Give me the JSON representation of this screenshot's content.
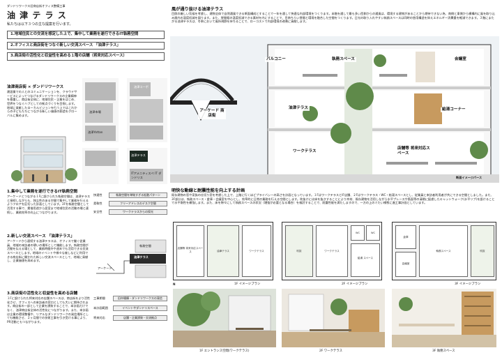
{
  "header": {
    "subtitle": "ダンドリワークス旧商店街オフィス整備工事",
    "title": "油 津 テ ラ ス",
    "intro": "私たちは以下３つの主な提案を行います。"
  },
  "proposals": [
    "1.地域住民との交流を想定した上で、集中して業務を遂行できるIT執務空間",
    "2.オフィスと商店街をつなぐ新しい交流スペース 「油津テラス」",
    "3.商店街の活性化と収益性を高める１階の店舗（将来対応スペース）"
  ],
  "map": {
    "heading": "油津商店街 × ダンドリワークス",
    "body": "建設業での人とのコミュニケーションを、クラウドサービスによってつなげるダンドリワークスの企業精神を尊重し、商店街全体に、地域住民・企業をはじめ、世界をつなぐハブとしての拠点づくりを目指します。地域に貢献したローカルビジョンを行う上ではこれからの子どもたちにつながる新しい価値の創造をグローバルに集めます。",
    "labels": [
      "油津コーポ",
      "油津市場",
      "油津Yottan",
      "油津テラス",
      "ITアメニティスぺ IT ダンドリス"
    ]
  },
  "section1": {
    "heading": "1.集中して業務を遂行できるIT執務空間",
    "body": "アーケードとつながる１Fに設けられた執務空間は、油津テラスと接続しながらも、独立性のある空間で集中して業務を行えるようフロアを区切った計画としています。3Fを執務空間として活用する事で、賃借用途から居室まで地域住民の活動の場と連続し、業務効率の向上につながります。",
    "tags": [
      "快適性",
      "柔軟性",
      "安全性"
    ],
    "boxes": [
      "執務空間を単純すぎる拡散パターン",
      "フリーアドレスのデスク空間",
      "ワークテラスからの採光"
    ]
  },
  "section2": {
    "heading": "2.新しい交流スペース 「油津テラス」",
    "body": "アーケードから連続する油津テラスは、オフィスで働く従業員、地域の来訪者の憩いの場所として機能します。執務空間が活動を伝える場として、業務時間外や週末でも活用できる交流スペースとします。地域のイベントや様々な催しなどに利用できる商店街に開かれた新しい交流スペースとして、地域に貢献し、企業価値を高めます。",
    "diagram": [
      "アーケード",
      "油津テラス",
      "執務空間"
    ]
  },
  "section3": {
    "heading": "3.商店街の活性化と収益性を高める店舗",
    "body": "１Fに設けられた将来対応の店舗スペースは、商店街をより活性化させ、オフィスへの来訪者の窓口としても大いに期待されます。商店街の一部として企業を誘致することで、本計画だけでなく、油津商店街全体の活性化につながります。また、本計画は企業の環境整備や、リアルなダンドリワークの発信場所としても機能させ、２ヶ月間での技術工事を引き受ける事により、PR活動ともつながります。",
    "flow": [
      "工事期間",
      "本計画範囲",
      "将来対応"
    ],
    "flow_boxes": [
      "旧市場棟・ダンドリワークスの発信",
      "イベントやダンドリスペース",
      "店舗・企業誘致・交流拠点"
    ]
  },
  "section_view": {
    "heading": "風が通り抜ける油津テラス",
    "body": "目照の厳しい気候を考慮し、建物全体で自然通風できる断面構成とすることで一年を通して快適な内部環境をつくります。半階を通して最も多い西側からの通風は、環境する建物があることから期待できない為、南側と東側から横構内に風を取り込み屋内の温度低減を図ります。また、昼間粗の温度低減できる素材を内にすることで、目南ちらい昼間と環境を融合した空間をつくります。日光の取り入れやすい執務スペースは同時の悠用構造を抑えエネルギー消費量を軽減できます。３階にまたがる油津テラスは、冬季において風所視野を持ちることで、ローコストで内部環境の改善に貢献します。",
    "labels": [
      "バルコニー",
      "執務スペース",
      "会議室",
      "油津テラス",
      "給湯コーナー",
      "アーケード 商店街",
      "ワークテラス",
      "店舗等 将来対応スペース"
    ],
    "caption": "断面イメージパース"
  },
  "plans": {
    "heading": "明快な動線と耐震性能を向上する計画",
    "body": "既存建物の窓や家族の仕切り窓を考慮した上で、上階に行くほどプライバシーの高さを計画となっています。１FはワークテラスとIF店舗、２Fはワークテラス・WC・給湯スペースとし、従業員と来訪者利用者が共にできる空間としました。また、3F部分は、執務スペース・倉庫・会議室を中心とし、効率的に日常の業務を行える空間とします。吹抜けには床を抜きすることにより木材、既存建物を活用しながら水平プレースや筋面等の清閉に配慮したキャットウォーク(水平リブ)を設けることで水平剛性を補強します。また、床を隙々にして執務スペースの状況（増強が必要となる場合）を検討することで、耐震性能を満たしますので、一方の上のミたい様態に進工事計画としています。",
    "items": [
      {
        "caption": "1F イメージプラン",
        "rooms": [
          "店舗等 将来対応スペース",
          "油津テラス",
          "ワークテラス"
        ]
      },
      {
        "caption": "2F イメージプラン",
        "rooms": [
          "吹抜",
          "ワークテラス",
          "給湯 スペース",
          "WC",
          "WC"
        ]
      },
      {
        "caption": "3F イメージプラン",
        "rooms": [
          "倉庫",
          "会議室",
          "執務スペース",
          "吹抜"
        ]
      }
    ],
    "north": "N"
  },
  "photos": [
    {
      "caption": "1F エントランス空間(ワークテラス)"
    },
    {
      "caption": "2F ワークテラス"
    },
    {
      "caption": "3F 執務スペース"
    }
  ],
  "colors": {
    "accent": "#1c6b3a",
    "dark": "#2b2b2b",
    "plant": "#5f8a4a",
    "wood": "#c79a5f"
  }
}
